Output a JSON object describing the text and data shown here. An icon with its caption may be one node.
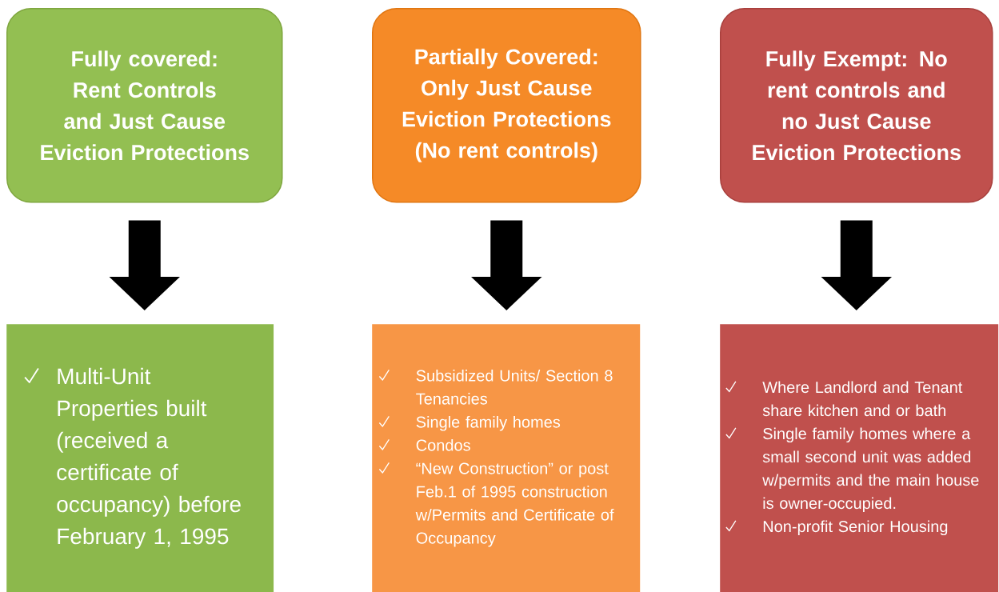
{
  "diagram": {
    "nodes": [
      {
        "text": [
          "Fully covered: Rent Controls and Just Cause Eviction Protections"
        ]
      },
      {
        "text": [
          "Partially Covered: Only Just Cause Eviction Protections (No rent controls)"
        ]
      },
      {
        "text": [
          "Fully Exempt: No rent controls and no Just Cause Eviction Protections"
        ]
      },
      {
        "text": [
          "Multi-Unit Properties built (received a certificate of occupancy) before February 1, 1995"
        ]
      },
      {
        "text": [
          "Subsidized Units/ Section 8 Tenancies",
          "Single family homes",
          "Condos",
          "“New Construction” or post Feb.1 of 1995 construction w/Permits and Certificate of Occupancy"
        ]
      },
      {
        "text": [
          "Where Landlord and Tenant share kitchen and or bath",
          "Single family homes where a small second unit was added w/permits and the main house is owner-occupied.",
          "Non-profit Senior Housing"
        ]
      }
    ],
    "edges": [
      {
        "from": 0,
        "to": 3,
        "arrow": "to"
      },
      {
        "from": 1,
        "to": 4,
        "arrow": "to"
      },
      {
        "from": 2,
        "to": 5,
        "arrow": "to"
      }
    ]
  }
}
